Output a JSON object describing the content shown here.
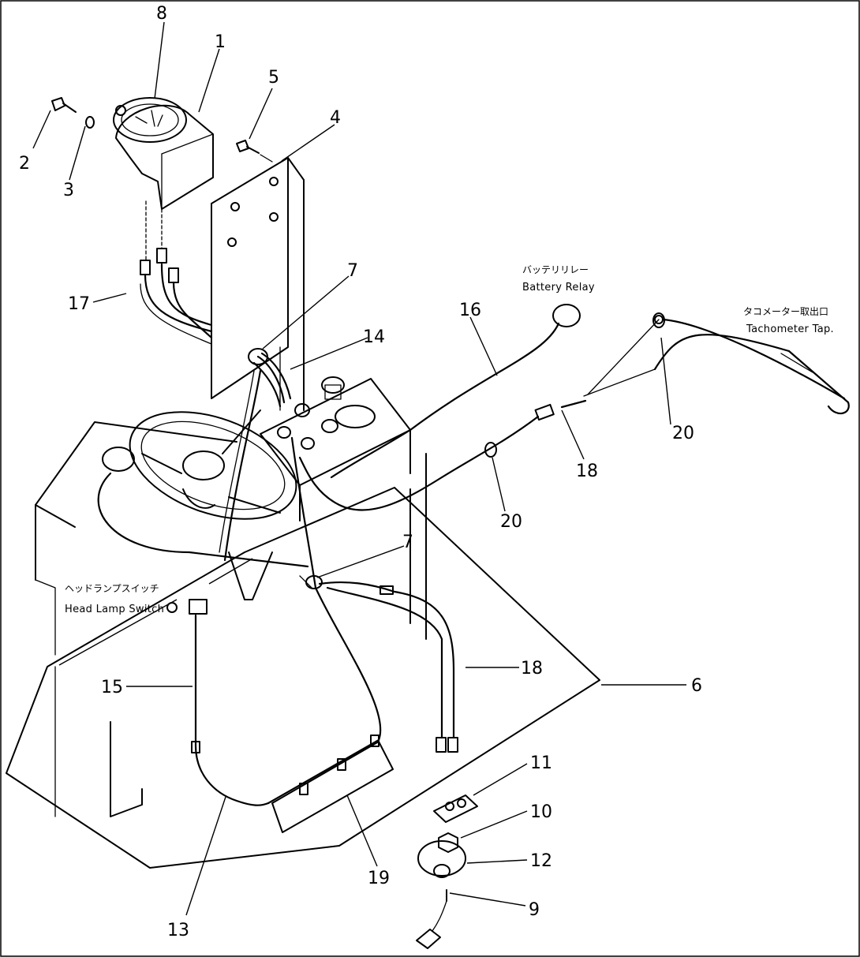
{
  "part_labels": {
    "p1": "1",
    "p2": "2",
    "p3": "3",
    "p4": "4",
    "p5": "5",
    "p6": "6",
    "p7a": "7",
    "p7b": "7",
    "p8": "8",
    "p9": "9",
    "p10": "10",
    "p11": "11",
    "p12": "12",
    "p13": "13",
    "p14": "14",
    "p15": "15",
    "p16": "16",
    "p17": "17",
    "p18a": "18",
    "p18b": "18",
    "p19": "19",
    "p20a": "20",
    "p20b": "20"
  },
  "annotations": {
    "battery_relay_jp": "バッテリリレー",
    "battery_relay_en": "Battery Relay",
    "tachometer_tap_jp": "タコメーター取出口",
    "tachometer_tap_en": "Tachometer Tap.",
    "head_lamp_switch_jp": "ヘッドランプスイッチ",
    "head_lamp_switch_en": "Head Lamp Switch"
  }
}
